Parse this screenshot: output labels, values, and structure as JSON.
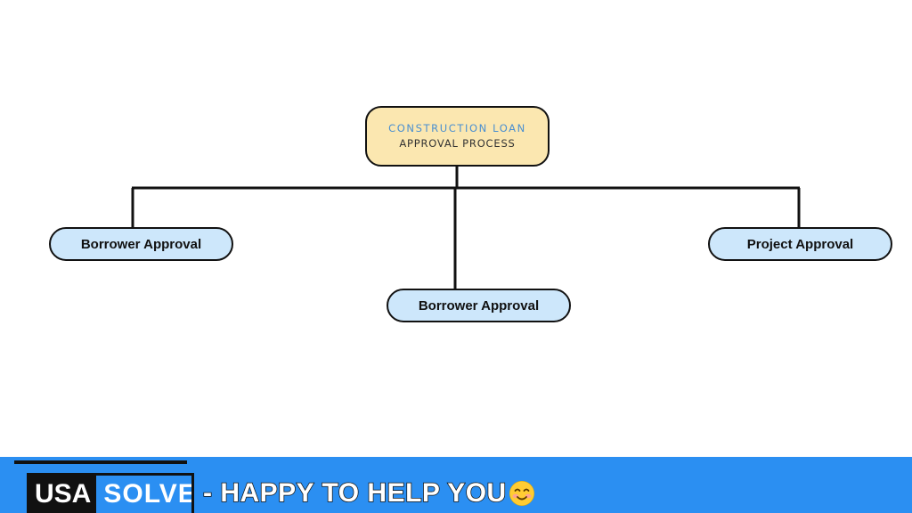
{
  "diagram": {
    "root": {
      "line1": "CONSTRUCTION LOAN",
      "line2": "APPROVAL PROCESS"
    },
    "children": [
      {
        "label": "Borrower Approval"
      },
      {
        "label": "Borrower Approval"
      },
      {
        "label": "Project Approval"
      }
    ]
  },
  "footer": {
    "brand_part1": "USA",
    "brand_part2": "SOLVE",
    "tagline": "- HAPPY TO HELP YOU",
    "emoji_icon": "smiling-face-icon"
  },
  "colors": {
    "root_fill": "#fbe7b0",
    "child_fill": "#cde7fb",
    "footer_bar": "#2b8ff2",
    "root_title_accent": "#4a8fd0"
  }
}
